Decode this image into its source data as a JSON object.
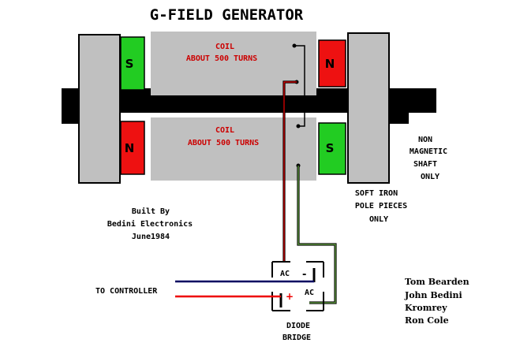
{
  "title": "G-FIELD GENERATOR",
  "coil_top": {
    "line1": "COIL",
    "line2": "ABOUT 500 TURNS"
  },
  "coil_bottom": {
    "line1": "COIL",
    "line2": "ABOUT 500 TURNS"
  },
  "magnets": {
    "left_top": "S",
    "left_bottom": "N",
    "right_top": "N",
    "right_bottom": "S"
  },
  "labels": {
    "shaft": [
      "NON",
      "MAGNETIC",
      "SHAFT",
      "ONLY"
    ],
    "pole_pieces": [
      "SOFT IRON",
      "POLE PIECES",
      "ONLY"
    ],
    "built_by": [
      "Built By",
      "Bedini Electronics",
      "June1984"
    ],
    "to_controller": "TO CONTROLLER",
    "diode_bridge": [
      "DIODE",
      "BRIDGE"
    ],
    "credits": [
      "Tom Bearden",
      "John Bedini",
      "Kromrey",
      "Ron Cole"
    ]
  },
  "bridge": {
    "ac_top": "AC",
    "minus": "-",
    "plus": "+",
    "ac_bottom": "AC"
  },
  "colors": {
    "rotor": "#c0c0c0",
    "coil": "#c0c0c0",
    "magnet_s": "#22cc22",
    "magnet_n": "#ee1111",
    "coil_text": "#cc0000",
    "shaft": "#000000",
    "wire_red": "#ee0000",
    "wire_blue": "#000060",
    "wire_green": "#66aa44"
  }
}
